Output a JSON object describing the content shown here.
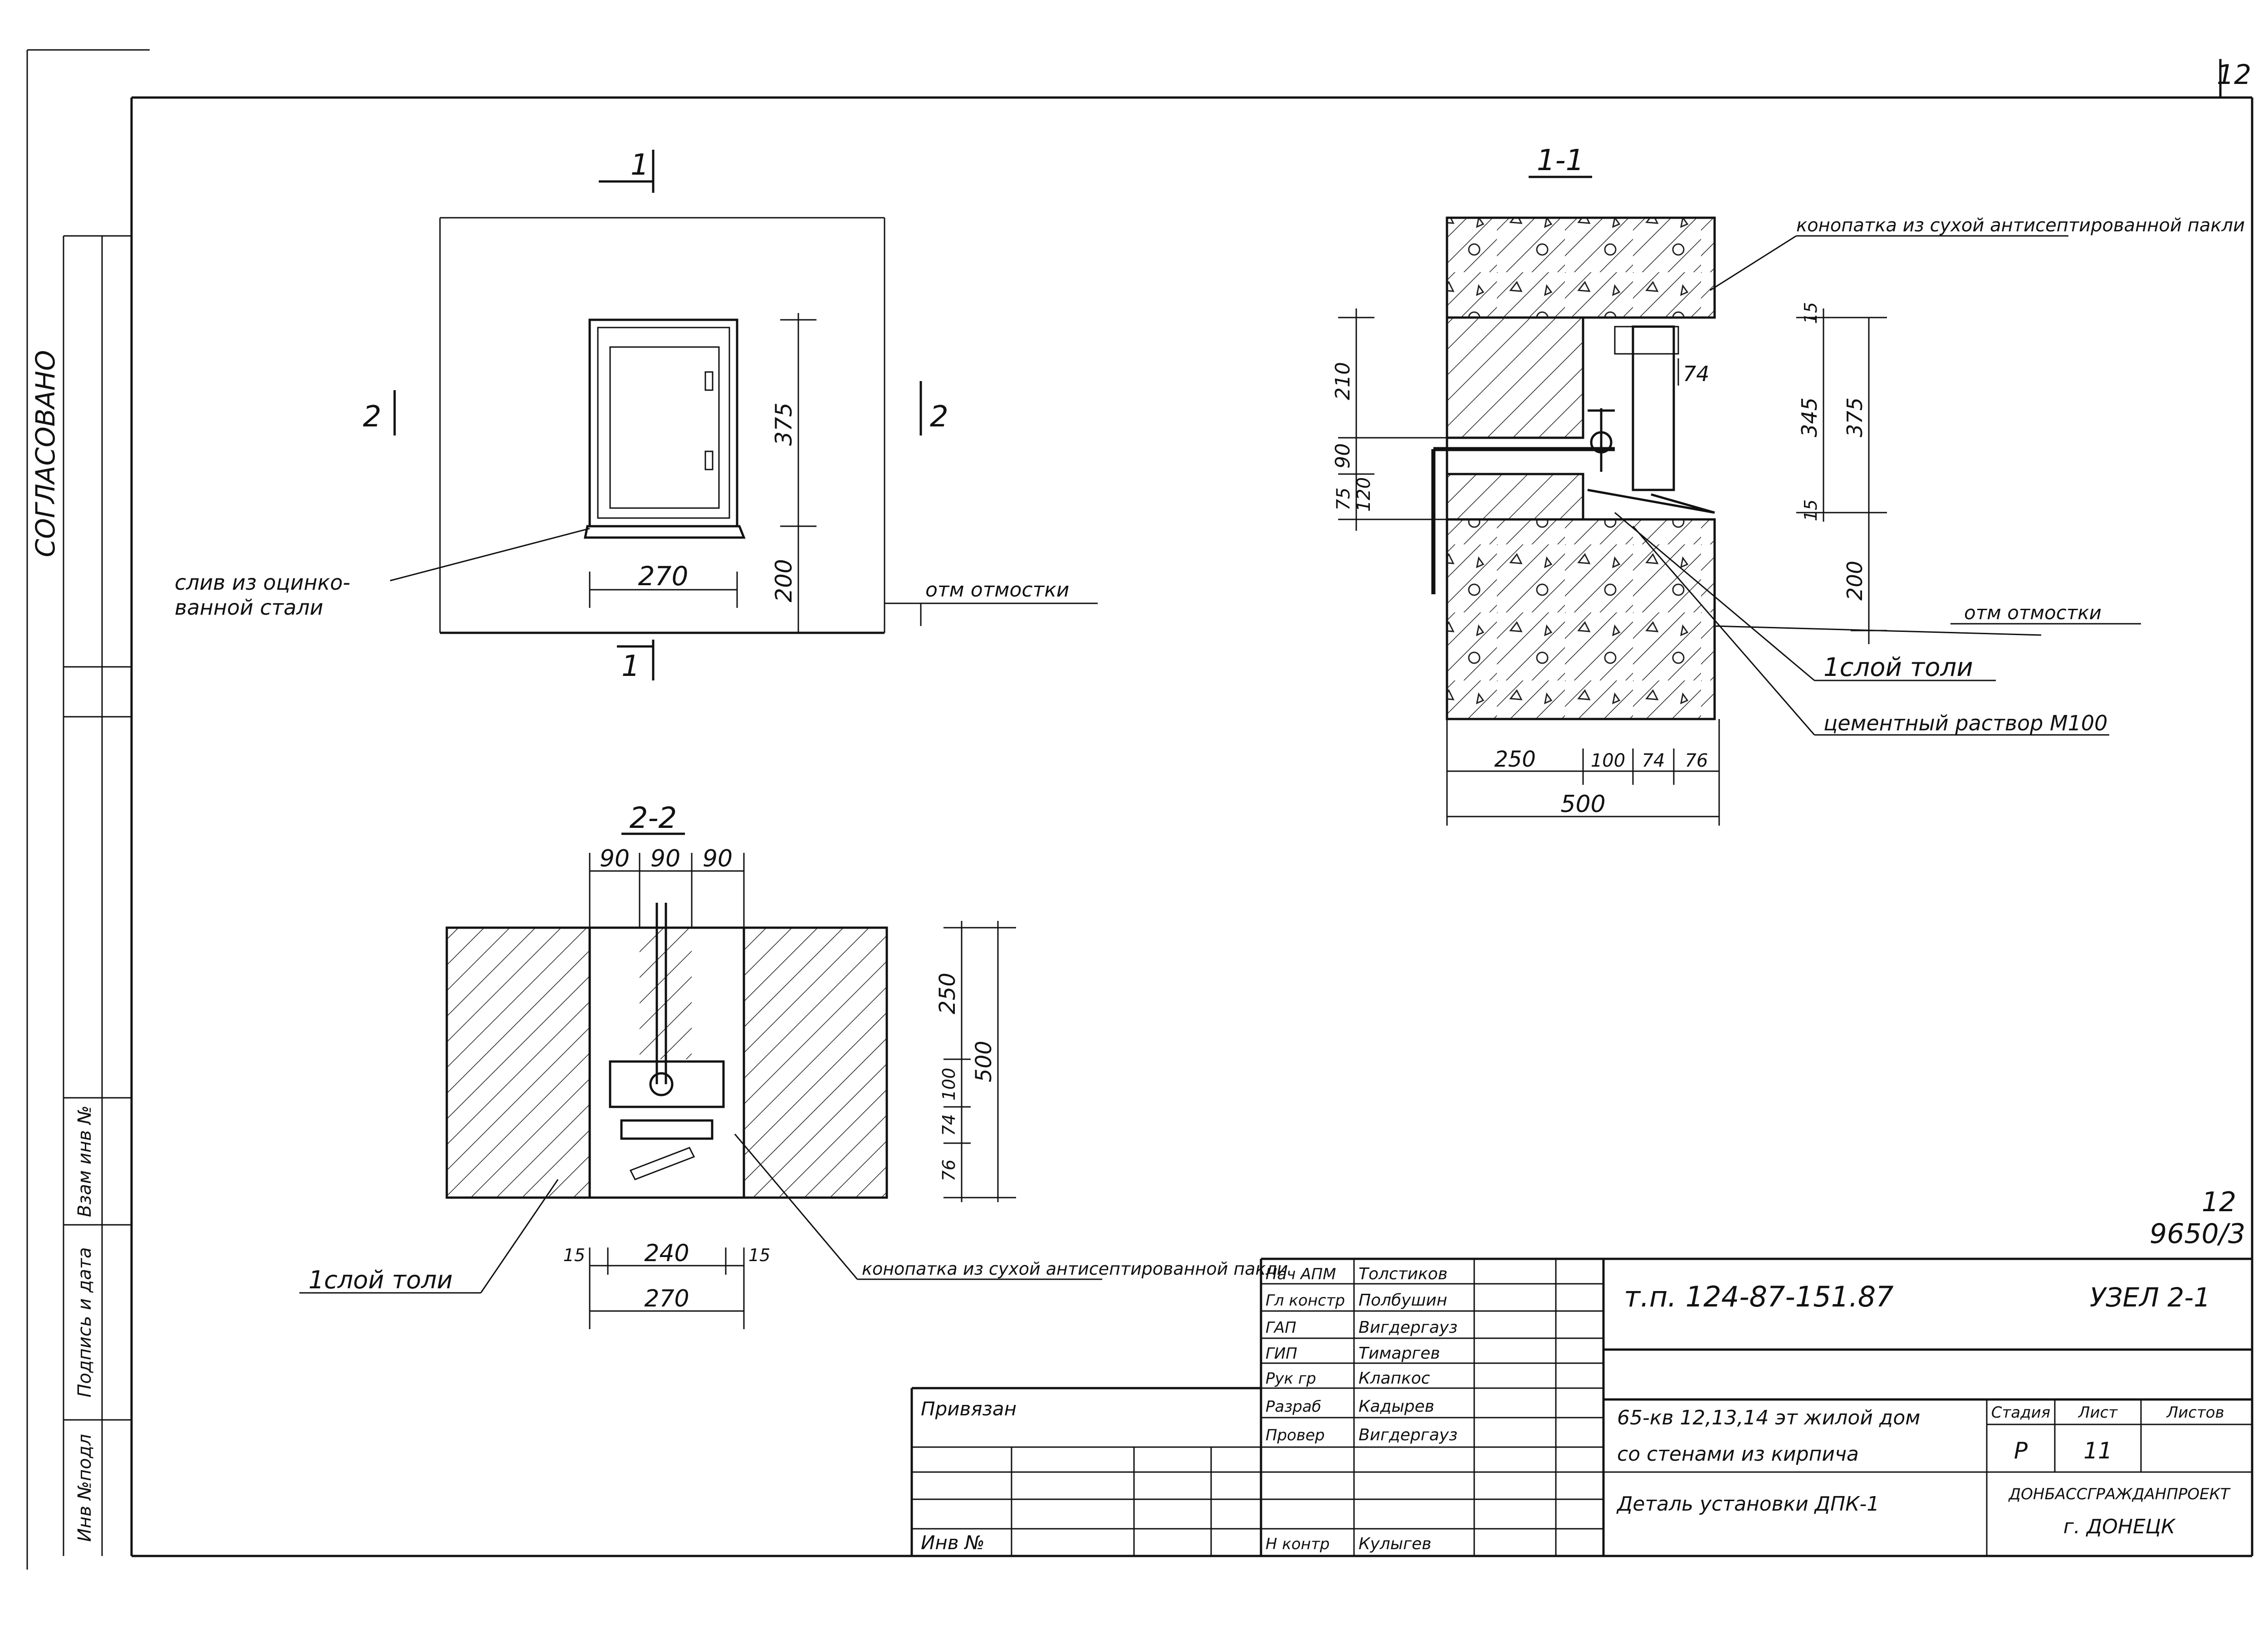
{
  "page_number": "12",
  "side_stamp": {
    "approval": "СОГЛАСОВАНО",
    "rows": [
      "Инв №подл",
      "Подпись и дата",
      "Взам инв №"
    ]
  },
  "elevation": {
    "cut_1": "1",
    "cut_2": "2",
    "dim_width": "270",
    "dim_height": "375",
    "dim_base": "200",
    "note_drain": "слив из оцинко-\nванной стали",
    "note_grade": "отм отмостки"
  },
  "section_1_1": {
    "title": "1-1",
    "note_caulk": "конопатка из сухой антисептированной пакли",
    "note_roofing": "1слой толи",
    "note_mortar": "цементный раствор М100",
    "note_grade": "отм отмостки",
    "dims_left": [
      "210",
      "90",
      "120",
      "75"
    ],
    "dims_right_a": [
      "15",
      "345",
      "15"
    ],
    "dim_right_total": "375",
    "dim_right_base": "200",
    "dim_74": "74",
    "dims_bottom": [
      "250",
      "100",
      "74",
      "76"
    ],
    "dim_bottom_total": "500"
  },
  "section_2_2": {
    "title": "2-2",
    "dims_top": [
      "90",
      "90",
      "90"
    ],
    "dims_right": [
      "250",
      "100",
      "74",
      "76"
    ],
    "dim_right_total": "500",
    "dims_bottom": [
      "15",
      "240",
      "15"
    ],
    "dim_bottom_total": "270",
    "note_roofing": "1слой толи",
    "note_caulk": "конопатка из сухой антисептированной пакли"
  },
  "sheet_ref": {
    "line1": "12",
    "line2": "9650/3"
  },
  "title_block": {
    "doc_code": "т.п. 124-87-151.87",
    "node": "УЗЕЛ 2-1",
    "project": "65-кв 12,13,14 эт жилой дом",
    "project2": "со стенами из кирпича",
    "drawing": "Деталь установки ДПК-1",
    "stage_label": "Стадия",
    "sheet_label": "Лист",
    "sheets_label": "Листов",
    "stage": "Р",
    "sheet": "11",
    "org": "ДОНБАССГРАЖДАНПРОЕКТ",
    "city": "г. ДОНЕЦК",
    "bound": "Привязан",
    "inv": "Инв №",
    "staff": [
      {
        "role": "Нач АПМ",
        "name": "Толстиков"
      },
      {
        "role": "Гл констр",
        "name": "Полбушин"
      },
      {
        "role": "ГАП",
        "name": "Вигдергауз"
      },
      {
        "role": "ГИП",
        "name": "Тимаргев"
      },
      {
        "role": "Рук гр",
        "name": "Клапкос"
      },
      {
        "role": "Разраб",
        "name": "Кадырев"
      },
      {
        "role": "Провер",
        "name": "Вигдергауз"
      }
    ],
    "norm_control": {
      "role": "Н контр",
      "name": "Кулыгев"
    }
  }
}
